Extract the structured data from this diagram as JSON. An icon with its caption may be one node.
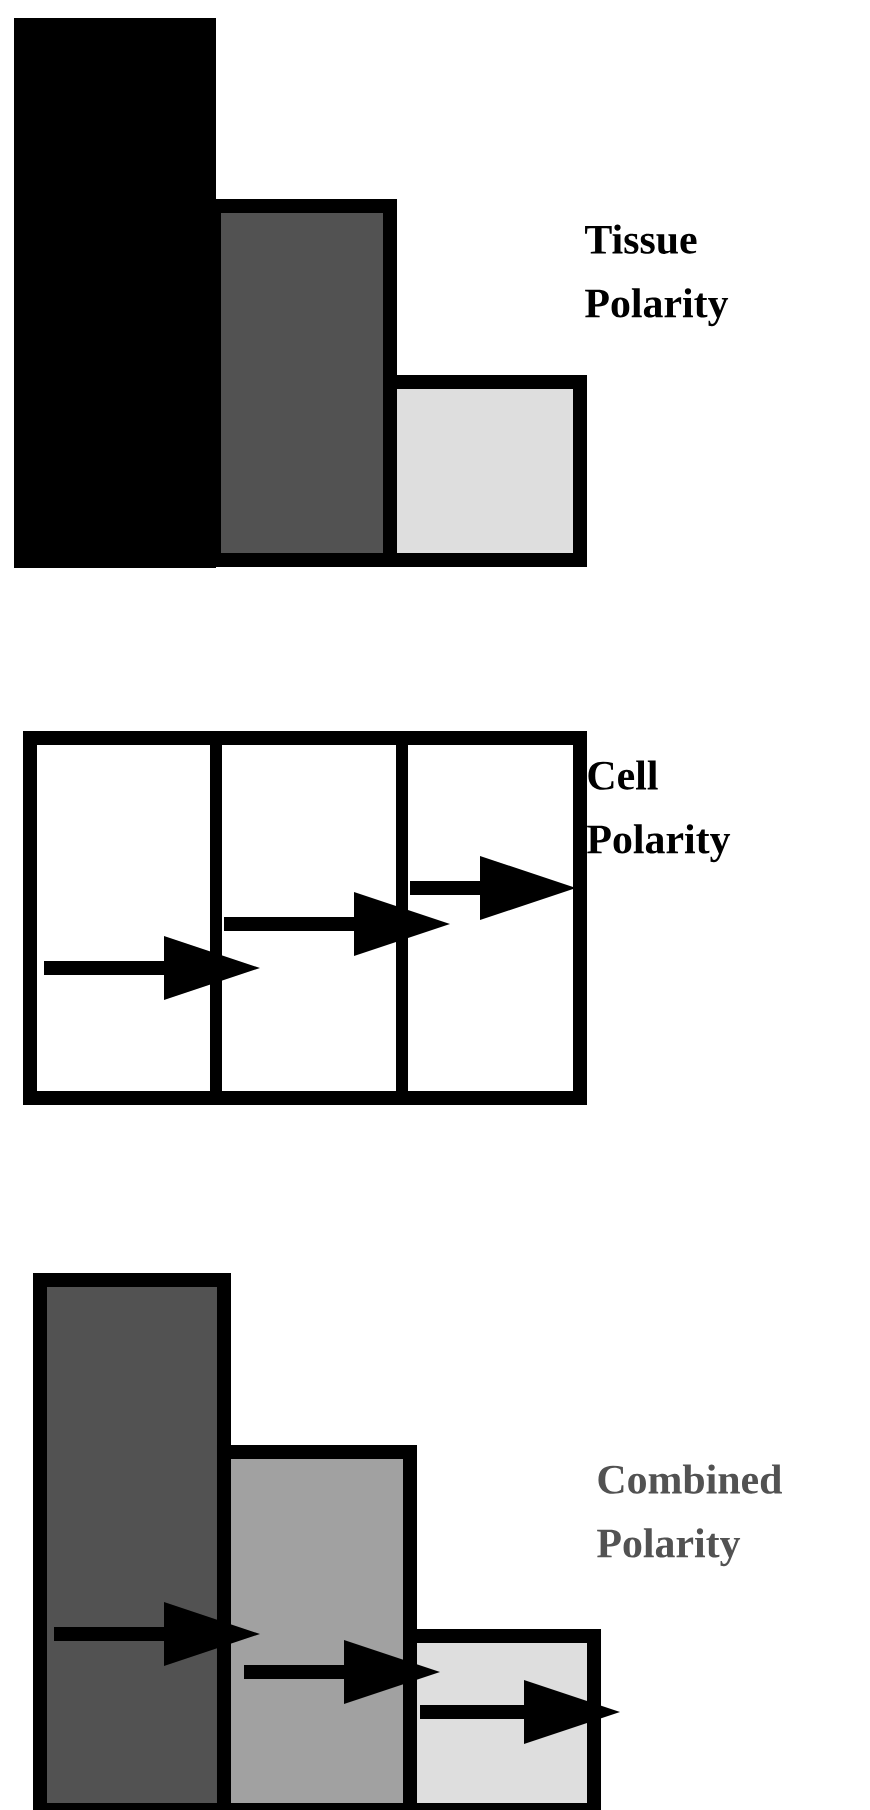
{
  "diagram": {
    "labels": [
      "Tissue Polarity",
      "Cell Polarity",
      "Combined Polarity"
    ]
  }
}
